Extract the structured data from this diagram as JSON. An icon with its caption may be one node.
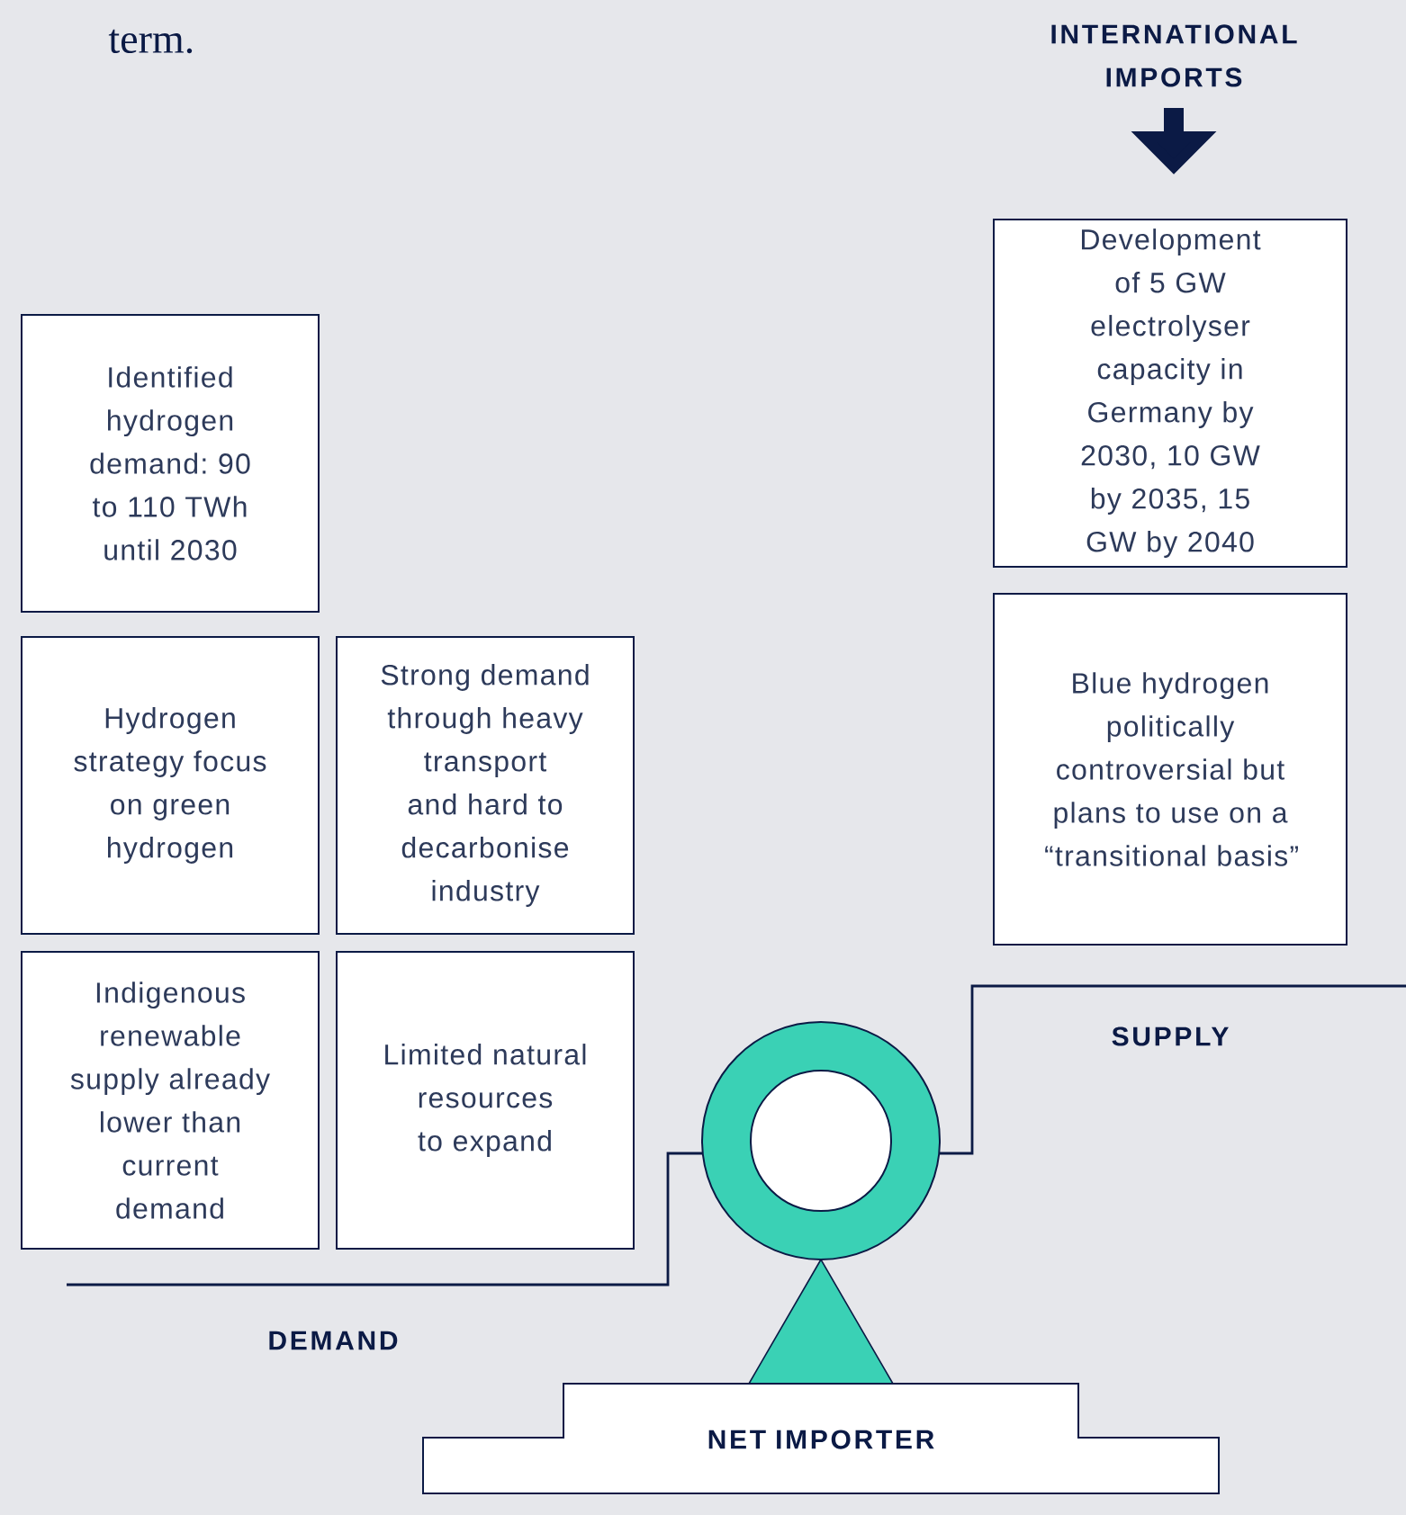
{
  "diagram": {
    "nodes": [
      {
        "text": [
          "Development of 5 GW electrolyser capacity in Germany by 2030, 10 GW by 2035, 15 GW by 2040"
        ]
      },
      {
        "text": [
          "Blue hydrogen politically controversial but plans to use on a “transitional basis”"
        ]
      },
      {
        "text": [
          "Identified hydrogen demand: 90 to 110 TWh until 2030"
        ]
      },
      {
        "text": [
          "Hydrogen strategy focus on green hydrogen"
        ]
      },
      {
        "text": [
          "Strong demand through heavy transport and hard to decarbonise industry"
        ]
      },
      {
        "text": [
          "Indigenous renewable supply already lower than current demand"
        ]
      },
      {
        "text": [
          "Limited natural resources to expand"
        ]
      },
      {
        "text": [],
        "shape": "circle"
      },
      {
        "text": [
          "NET IMPORTER"
        ]
      }
    ],
    "labels": [
      "term.",
      "INTERNATIONAL IMPORTS",
      "SUPPLY",
      "DEMAND"
    ]
  }
}
